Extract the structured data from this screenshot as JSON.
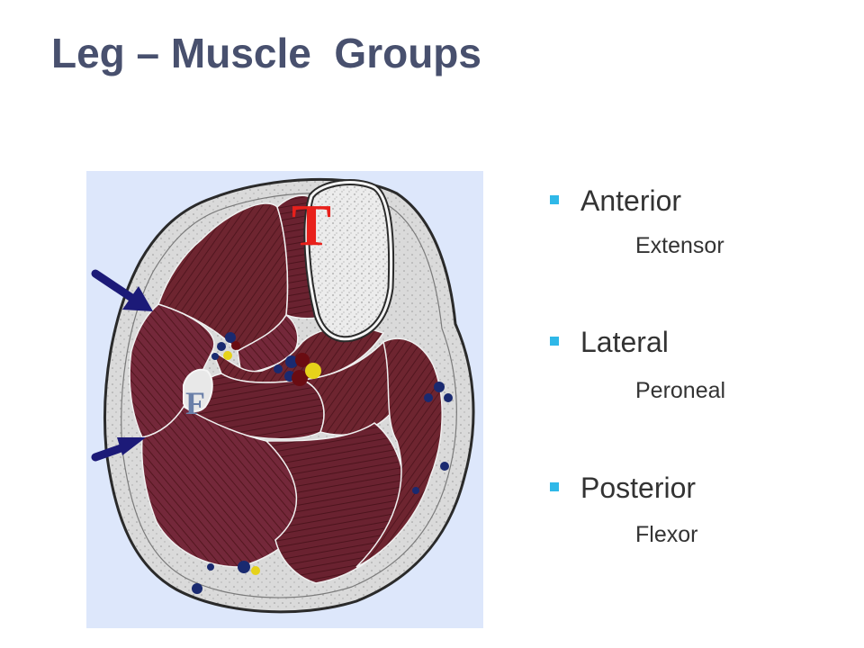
{
  "slide": {
    "title": "Leg – Muscle  Groups"
  },
  "figure": {
    "label_tibia": "T",
    "label_fibula": "F",
    "colors": {
      "background": "#dde7fb",
      "muscle": "#6e2530",
      "muscle_line": "#4f1520",
      "subcutaneous": "#d8d8d8",
      "outline": "#2a2a2a",
      "bone": "#e6e6e6",
      "label_tibia": "#e8201b",
      "label_fibula": "#6a7fa8",
      "arrow": "#1c1a78",
      "vessel_artery": "#6a0c12",
      "vessel_vein": "#1a2a70",
      "nerve": "#e6d21a"
    }
  },
  "groups": [
    {
      "label": "Anterior",
      "sublabel": "Extensor"
    },
    {
      "label": "Lateral",
      "sublabel": "Peroneal"
    },
    {
      "label": "Posterior",
      "sublabel": "Flexor"
    }
  ],
  "colors": {
    "title": "#48506e",
    "bullet": "#2fb8e8",
    "text": "#333333"
  }
}
